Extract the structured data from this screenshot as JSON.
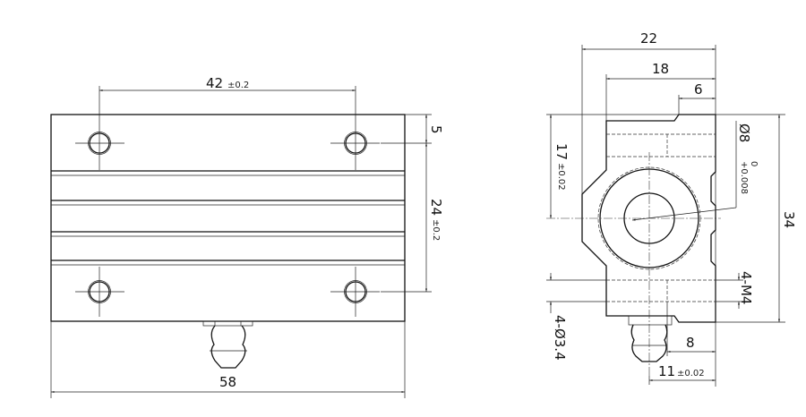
{
  "front_view": {
    "dim_hole_spacing": "42",
    "dim_hole_spacing_tol": "±0.2",
    "dim_edge_offset": "5",
    "dim_vertical_spacing": "24",
    "dim_vertical_spacing_tol": "±0.2",
    "dim_length": "58"
  },
  "side_view": {
    "dim_width": "22",
    "dim_body_width": "18",
    "dim_step": "6",
    "dim_height": "34",
    "dim_center_height": "17",
    "dim_center_height_tol": "±0.02",
    "dim_bore": "Ø8",
    "dim_bore_tol_upper": "+0.008",
    "dim_bore_tol_lower": "0",
    "dim_thread": "4-M4",
    "dim_through_hole": "4-Ø3.4",
    "dim_hole_offset": "8",
    "dim_center_offset": "11",
    "dim_center_offset_tol": "±0.02"
  }
}
